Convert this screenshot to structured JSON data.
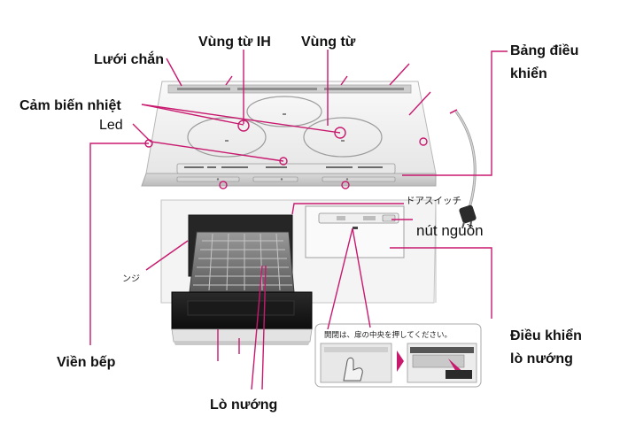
{
  "labels": {
    "luoi_chan": "Lưới chắn",
    "vung_tu_ih": "Vùng từ IH",
    "vung_tu": "Vùng từ",
    "bang_dieu_khien_line1": "Bảng điều",
    "bang_dieu_khien_line2": "khiển",
    "cam_bien_nhiet": "Cảm biến nhiệt",
    "led": "Led",
    "nut_nguon": "nút nguồn",
    "vien_bep": "Viền bếp",
    "lo_nuong": "Lò nướng",
    "dieu_khien_lo_nuong_line1": "Điều khiển",
    "dieu_khien_lo_nuong_line2": "lò nướng"
  },
  "japanese": {
    "door_switch": "ドアスイッチ",
    "instruction": "開閉は、扉の中央を押してください。",
    "partial_left": "ンジ"
  },
  "colors": {
    "accent": "#c8196e",
    "cooktop_light": "#f2f2f2",
    "cooktop_edge": "#cfcfcf",
    "cabinet": "#ffffff",
    "dark": "#1c1c1c"
  },
  "icons": {
    "instruction_arrow": "arrow-right-icon",
    "hand": "hand-pointer-icon",
    "power_plug": "power-plug-icon"
  }
}
